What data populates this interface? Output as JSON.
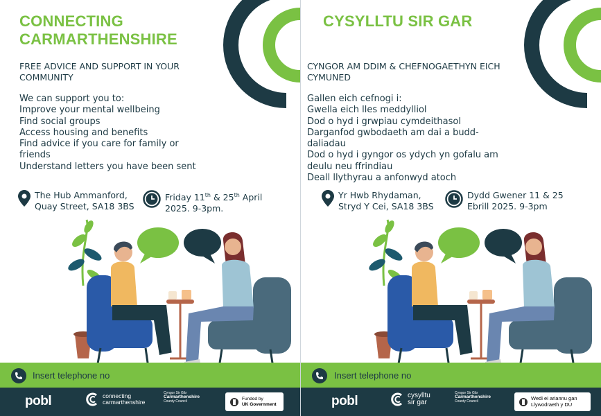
{
  "panels": [
    {
      "language": "English",
      "title": "CONNECTING CARMARTHENSHIRE",
      "subtitle": "FREE ADVICE AND SUPPORT IN YOUR COMMUNITY",
      "intro": "We can support you to:",
      "items": [
        "Improve your mental wellbeing",
        "Find social groups",
        "Access housing and benefits",
        "Find advice if you care for family or friends",
        "Understand letters you have been sent"
      ],
      "location_line1": "The Hub Ammanford,",
      "location_line2": "Quay Street, SA18 3BS",
      "date_day1": "Friday 11",
      "date_sup1": "th",
      "date_mid": " & 25",
      "date_sup2": "th",
      "date_end": " April",
      "date_line2": "2025. 9-3pm.",
      "telephone": "Insert telephone no",
      "footer": {
        "pobl": "pobl",
        "logo_line1": "connecting",
        "logo_line2": "carmarthenshire",
        "council_small": "Cyngor Sir Gâr",
        "council_main": "Carmarthenshire",
        "council_sub": "County Council",
        "funded_line1": "Funded by",
        "funded_line2": "UK Government"
      }
    },
    {
      "language": "Welsh",
      "title": "CYSYLLTU SIR GAR",
      "subtitle": "CYNGOR AM DDIM & CHEFNOGAETHYN EICH CYMUNED",
      "intro": "Gallen eich cefnogi i:",
      "items": [
        "Gwella eich lles meddylliol",
        "Dod o hyd i grwpiau cymdeithasol",
        "Darganfod gwbodaeth am dai a budd-daliadau",
        "Dod o hyd i gyngor os ydych yn gofalu am deulu neu ffrindiau",
        "Deall llythyrau a anfonwyd atoch"
      ],
      "location_line1": "Yr Hwb Rhydaman,",
      "location_line2": "Stryd Y Cei, SA18 3BS",
      "date_line1": "Dydd Gwener 11 & 25",
      "date_line2": "Ebrill 2025. 9-3pm",
      "telephone": "Insert telephone no",
      "footer": {
        "pobl": "pobl",
        "logo_line1": "cysylltu",
        "logo_line2": "sir gar",
        "council_small": "Cyngor Sir Gâr",
        "council_main": "Carmarthenshire",
        "council_sub": "County Council",
        "funded_line1": "Wedi ei ariannu gan",
        "funded_line2": "Llywodraeth y DU"
      }
    }
  ],
  "colors": {
    "brand_green": "#7ac143",
    "brand_navy": "#1d3a44"
  }
}
